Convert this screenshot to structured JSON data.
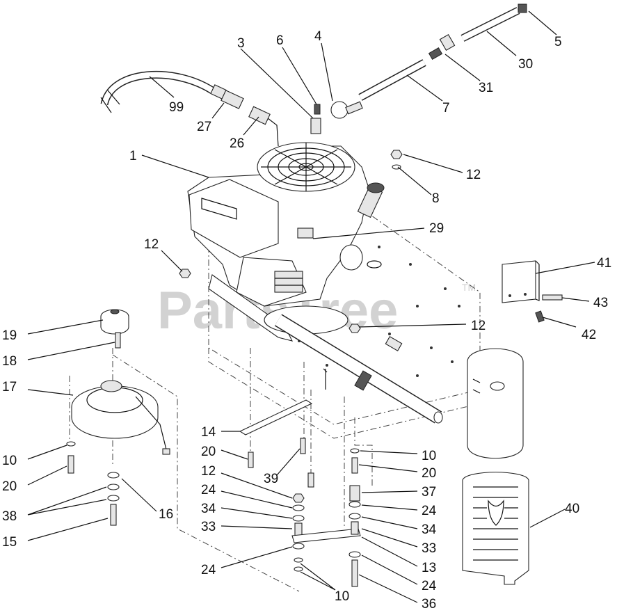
{
  "watermark": {
    "text": "PartsTree",
    "trademark": "TM"
  },
  "callouts": [
    {
      "id": "c1",
      "text": "1"
    },
    {
      "id": "c3",
      "text": "3"
    },
    {
      "id": "c4",
      "text": "4"
    },
    {
      "id": "c5",
      "text": "5"
    },
    {
      "id": "c6",
      "text": "6"
    },
    {
      "id": "c7",
      "text": "7"
    },
    {
      "id": "c8",
      "text": "8"
    },
    {
      "id": "c10a",
      "text": "10"
    },
    {
      "id": "c10b",
      "text": "10"
    },
    {
      "id": "c10c",
      "text": "10"
    },
    {
      "id": "c12a",
      "text": "12"
    },
    {
      "id": "c12b",
      "text": "12"
    },
    {
      "id": "c12c",
      "text": "12"
    },
    {
      "id": "c12d",
      "text": "12"
    },
    {
      "id": "c13",
      "text": "13"
    },
    {
      "id": "c14",
      "text": "14"
    },
    {
      "id": "c15",
      "text": "15"
    },
    {
      "id": "c16",
      "text": "16"
    },
    {
      "id": "c17",
      "text": "17"
    },
    {
      "id": "c18",
      "text": "18"
    },
    {
      "id": "c19",
      "text": "19"
    },
    {
      "id": "c20a",
      "text": "20"
    },
    {
      "id": "c20b",
      "text": "20"
    },
    {
      "id": "c20c",
      "text": "20"
    },
    {
      "id": "c24a",
      "text": "24"
    },
    {
      "id": "c24b",
      "text": "24"
    },
    {
      "id": "c24c",
      "text": "24"
    },
    {
      "id": "c24d",
      "text": "24"
    },
    {
      "id": "c26",
      "text": "26"
    },
    {
      "id": "c27",
      "text": "27"
    },
    {
      "id": "c29",
      "text": "29"
    },
    {
      "id": "c30",
      "text": "30"
    },
    {
      "id": "c31",
      "text": "31"
    },
    {
      "id": "c33a",
      "text": "33"
    },
    {
      "id": "c33b",
      "text": "33"
    },
    {
      "id": "c34a",
      "text": "34"
    },
    {
      "id": "c34b",
      "text": "34"
    },
    {
      "id": "c36",
      "text": "36"
    },
    {
      "id": "c37",
      "text": "37"
    },
    {
      "id": "c38",
      "text": "38"
    },
    {
      "id": "c39",
      "text": "39"
    },
    {
      "id": "c40",
      "text": "40"
    },
    {
      "id": "c41",
      "text": "41"
    },
    {
      "id": "c42",
      "text": "42"
    },
    {
      "id": "c43",
      "text": "43"
    },
    {
      "id": "c99",
      "text": "99"
    }
  ]
}
